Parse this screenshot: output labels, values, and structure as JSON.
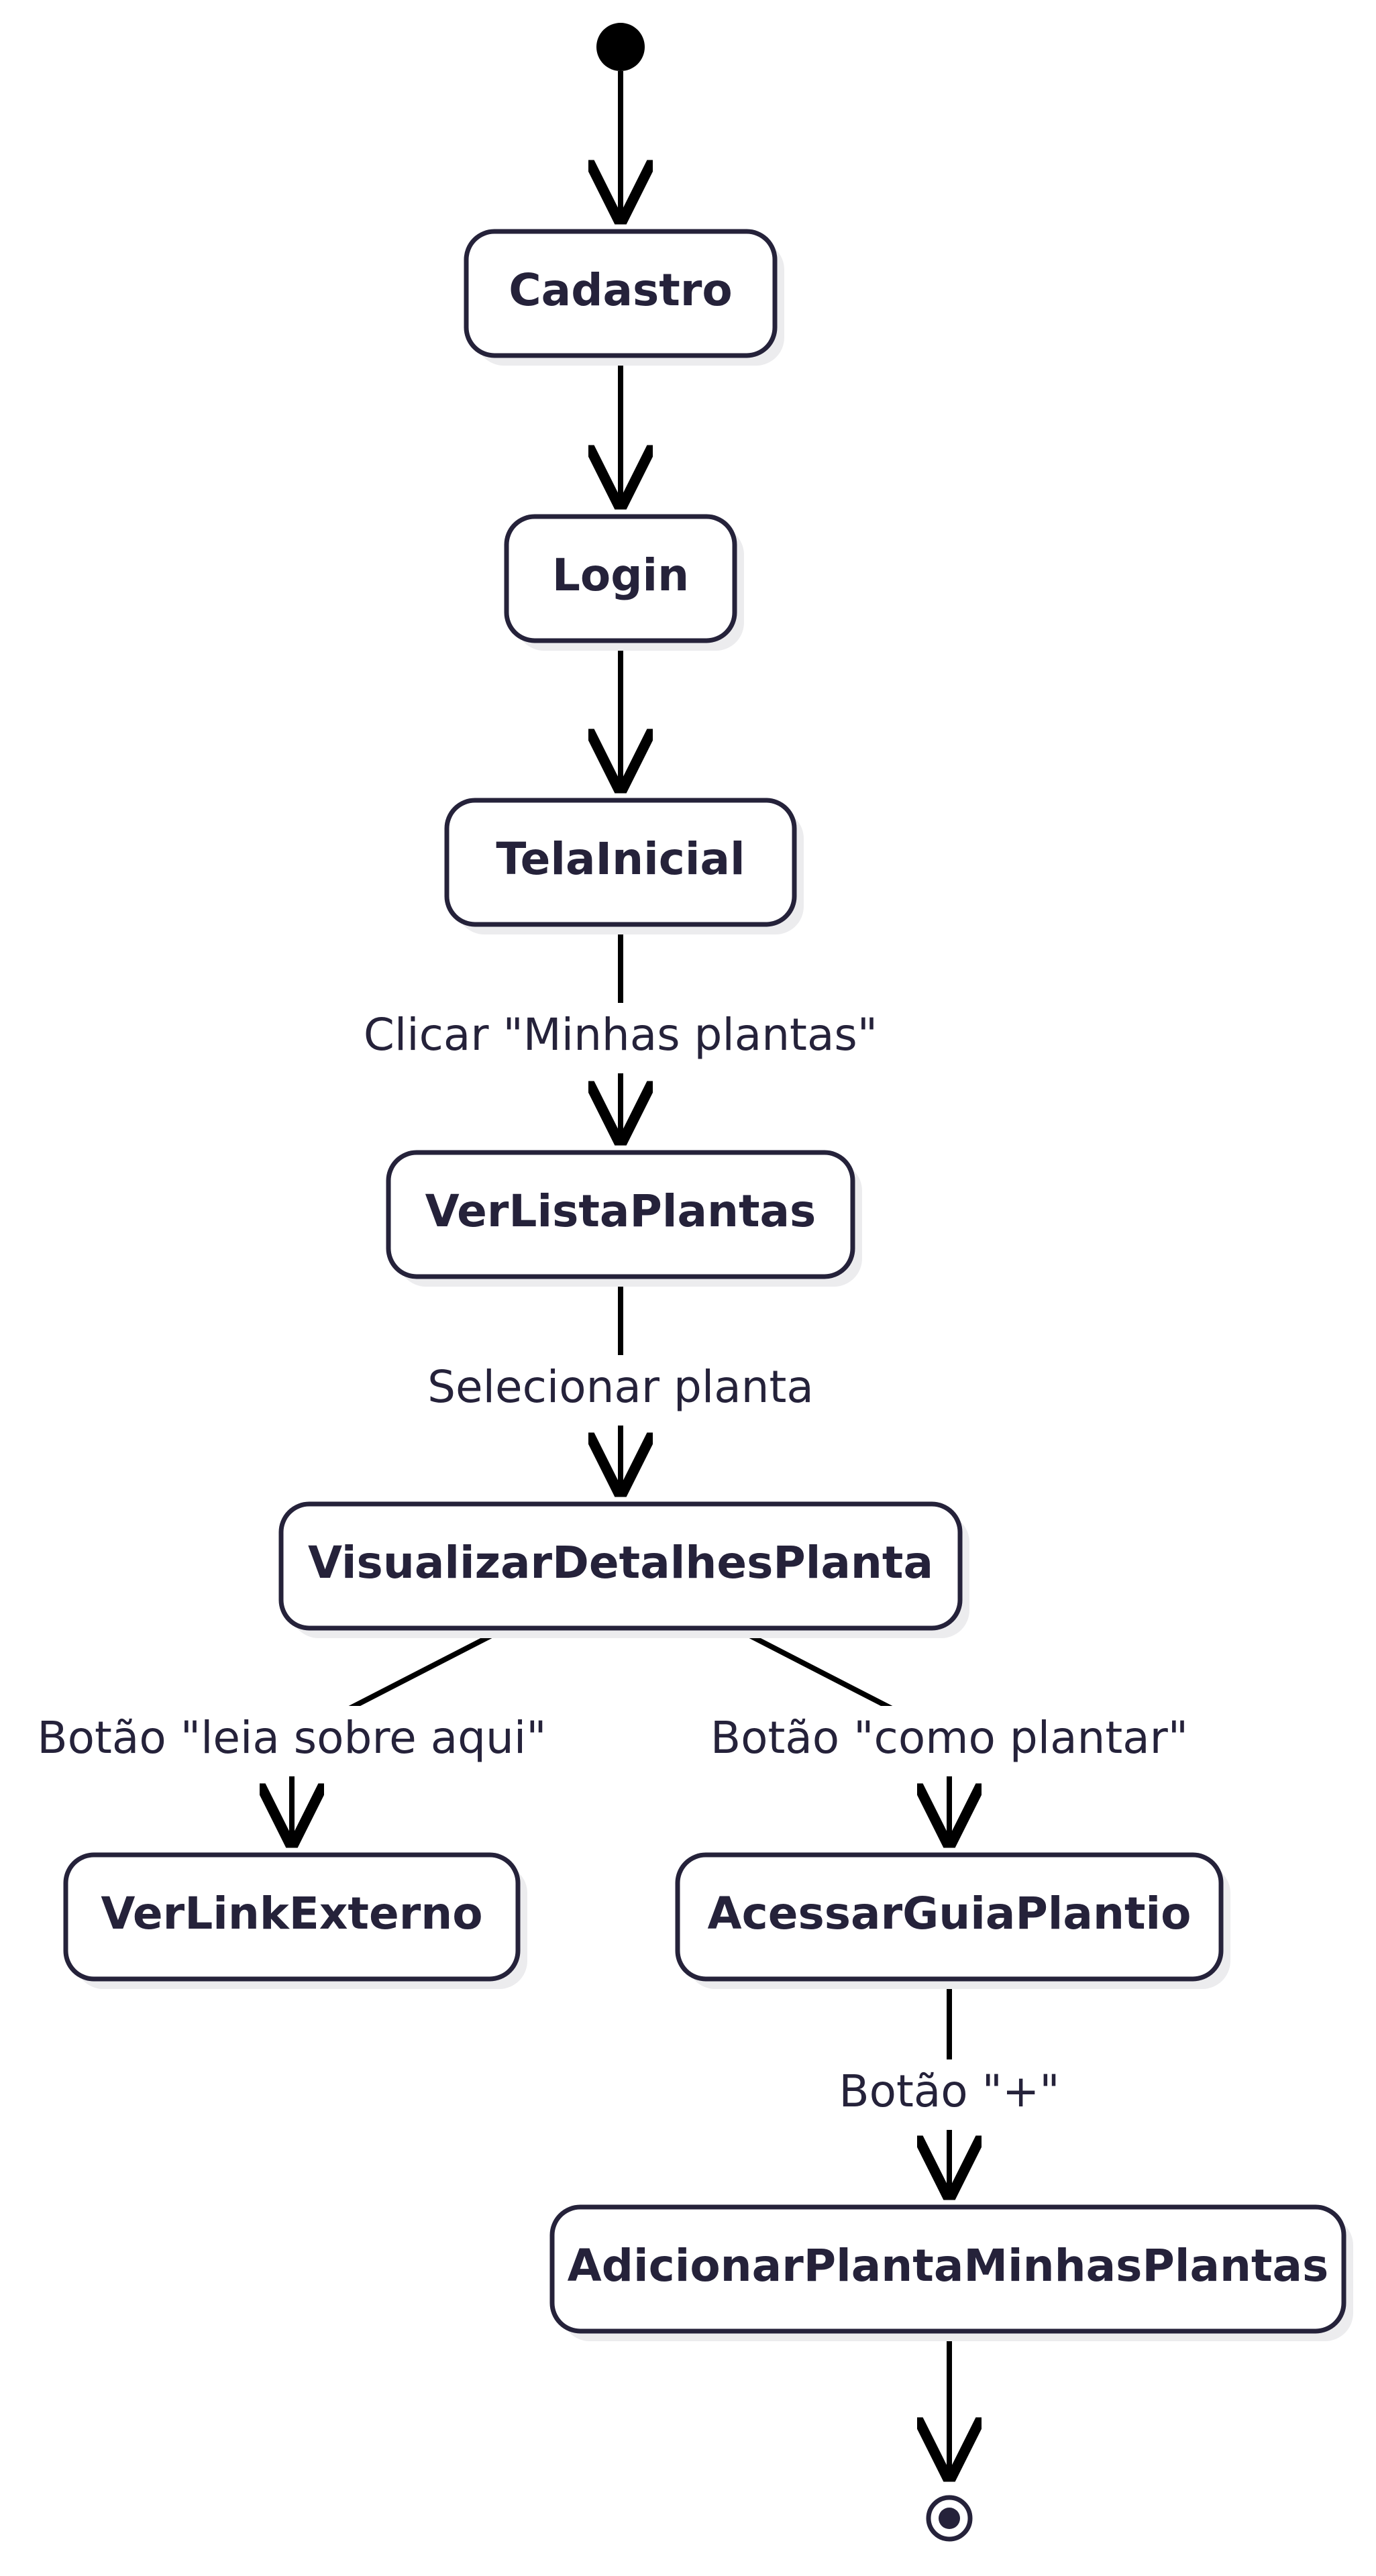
{
  "diagram": {
    "start_node": "start-node",
    "end_node": "end-node",
    "states": {
      "cadastro": "Cadastro",
      "login": "Login",
      "tela_inicial": "TelaInicial",
      "ver_lista_plantas": "VerListaPlantas",
      "visualizar_detalhes_planta": "VisualizarDetalhesPlanta",
      "ver_link_externo": "VerLinkExterno",
      "acessar_guia_plantio": "AcessarGuiaPlantio",
      "adicionar_planta": "AdicionarPlantaMinhasPlantas"
    },
    "transitions": {
      "clicar_minhas_plantas": "Clicar \"Minhas plantas\"",
      "selecionar_planta": "Selecionar planta",
      "botao_leia_sobre": "Botão \"leia sobre aqui\"",
      "botao_como_plantar": "Botão \"como plantar\"",
      "botao_mais": "Botão \"+\""
    }
  },
  "colors": {
    "stroke": "#25223a",
    "arrow": "#000000",
    "shadow": "#ececee",
    "background": "#ffffff"
  }
}
